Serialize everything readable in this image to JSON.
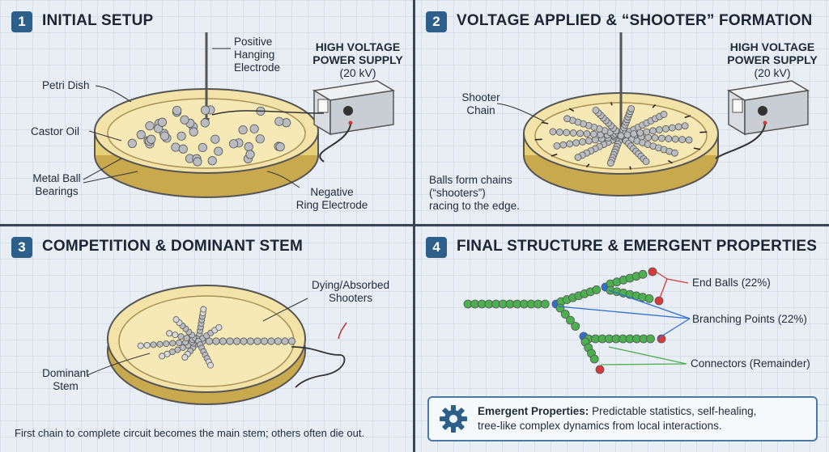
{
  "panels": [
    {
      "number": "1",
      "title": "INITIAL SETUP"
    },
    {
      "number": "2",
      "title": "VOLTAGE APPLIED & “SHOOTER” FORMATION"
    },
    {
      "number": "3",
      "title": "COMPETITION & DOMINANT STEM"
    },
    {
      "number": "4",
      "title": "FINAL STRUCTURE & EMERGENT PROPERTIES"
    }
  ],
  "panel1": {
    "electrode_label": [
      "Positive",
      "Hanging",
      "Electrode"
    ],
    "psu_label": [
      "HIGH VOLTAGE",
      "POWER SUPPLY"
    ],
    "psu_voltage": "(20 kV)",
    "petri_dish": "Petri Dish",
    "castor_oil": "Castor Oil",
    "ball_bearings": [
      "Metal Ball",
      "Bearings"
    ],
    "ring_electrode": [
      "Negative",
      "Ring Electrode"
    ]
  },
  "panel2": {
    "psu_label": [
      "HIGH VOLTAGE",
      "POWER SUPPLY"
    ],
    "psu_voltage": "(20 kV)",
    "shooter_chain": [
      "Shooter",
      "Chain"
    ],
    "caption": [
      "Balls form chains",
      "(“shooters”)",
      "racing to the edge."
    ]
  },
  "panel3": {
    "dying": [
      "Dying/Absorbed",
      "Shooters"
    ],
    "dominant": [
      "Dominant",
      "Stem"
    ],
    "caption": "First chain to complete circuit becomes the main stem; others often die out."
  },
  "panel4": {
    "end_balls": "End Balls (22%)",
    "branching": "Branching Points (22%)",
    "connectors": "Connectors (Remainder)",
    "emergent_title": "Emergent Properties:",
    "emergent_line1": "Predictable statistics, self-healing,",
    "emergent_line2": "tree-like complex dynamics from local interactions.",
    "colors": {
      "end": "#d63a3a",
      "branch": "#2f6fd0",
      "connector": "#4caf50",
      "accent": "#2d5f8b"
    }
  }
}
